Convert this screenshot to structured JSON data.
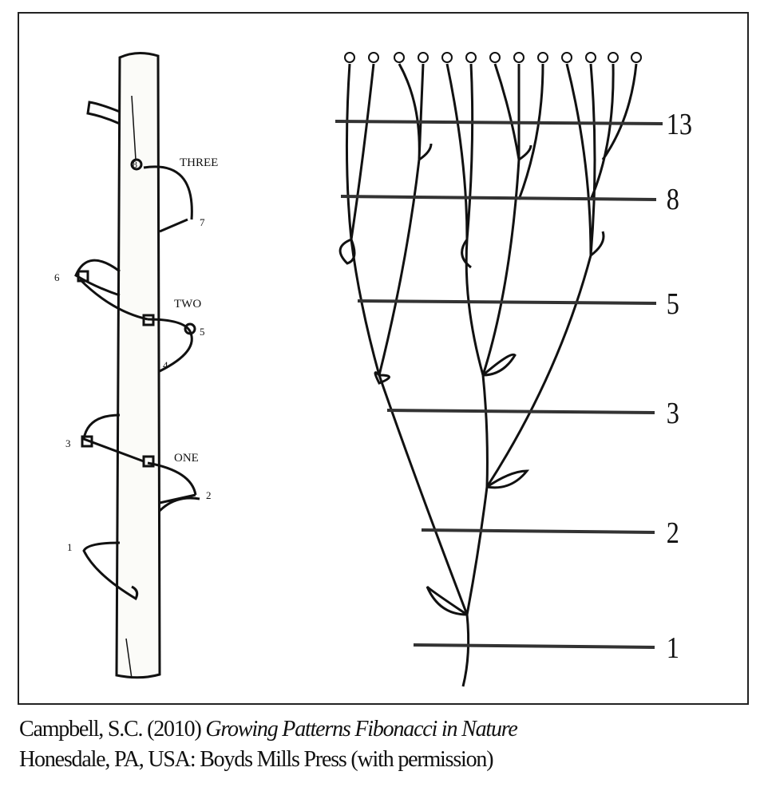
{
  "figure": {
    "stem_labels": {
      "three": "THREE",
      "two": "TWO",
      "one": "ONE"
    },
    "leaf_numbers": [
      "1",
      "2",
      "3",
      "4",
      "5",
      "6",
      "7",
      "8"
    ],
    "tree_levels": [
      "13",
      "8",
      "5",
      "3",
      "2",
      "1"
    ]
  },
  "caption": {
    "line1_plain": "Campbell, S.C. (2010) ",
    "line1_italic": "Growing Patterns Fibonacci in Nature",
    "line2": "Honesdale, PA, USA: Boyds Mills Press (with permission)"
  }
}
